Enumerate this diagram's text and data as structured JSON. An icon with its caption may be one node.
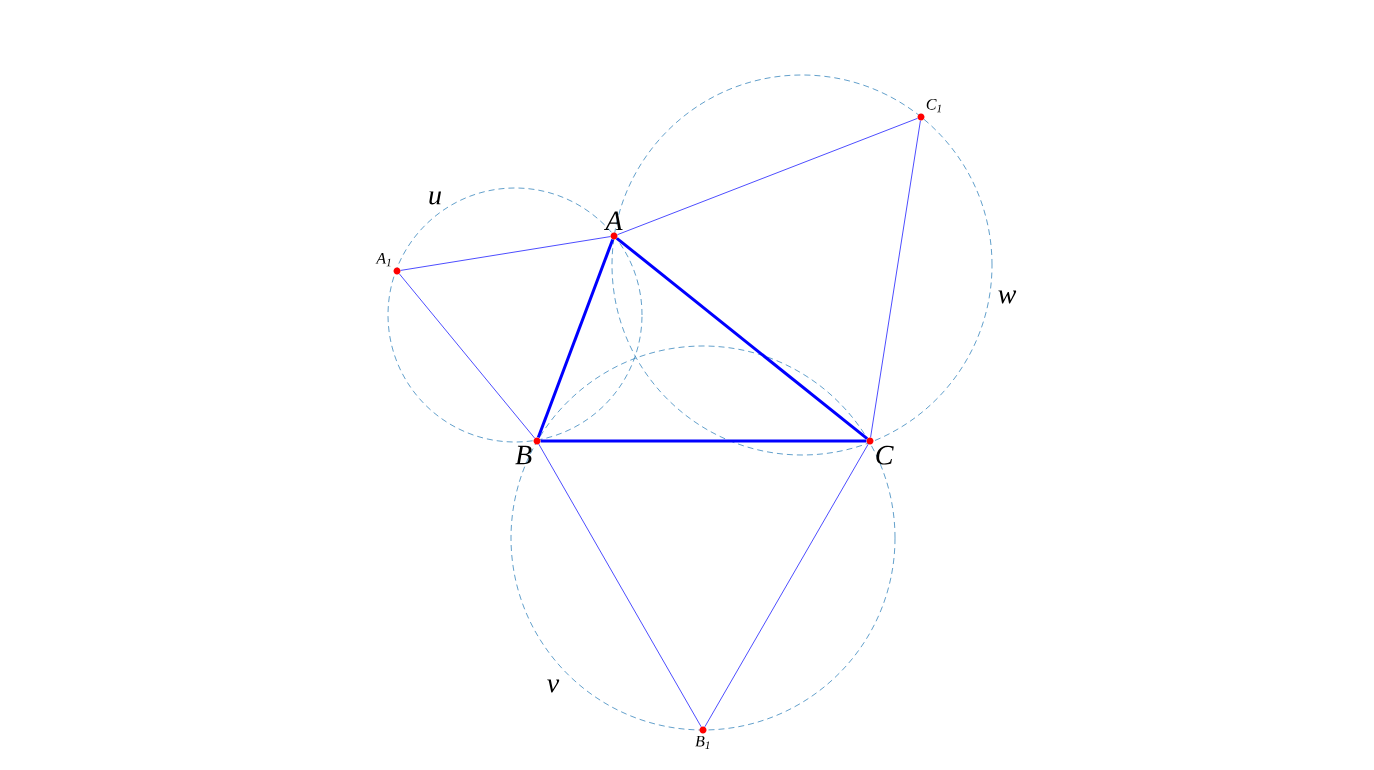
{
  "diagram": {
    "nodes": [
      {
        "text": [
          "A"
        ]
      },
      {
        "text": [
          "B"
        ]
      },
      {
        "text": [
          "C"
        ]
      },
      {
        "text": [
          "A$_{1}$"
        ]
      },
      {
        "text": [
          "B$_{1}$"
        ]
      },
      {
        "text": [
          "C$_{1}$"
        ]
      }
    ],
    "edges": [
      {
        "from": 0,
        "to": 1,
        "arrow": "none",
        "style": "thick"
      },
      {
        "from": 1,
        "to": 2,
        "arrow": "none",
        "style": "thick"
      },
      {
        "from": 2,
        "to": 0,
        "arrow": "none",
        "style": "thick"
      },
      {
        "from": 3,
        "to": 0,
        "arrow": "none"
      },
      {
        "from": 3,
        "to": 1,
        "arrow": "none"
      },
      {
        "from": 5,
        "to": 0,
        "arrow": "none"
      },
      {
        "from": 5,
        "to": 2,
        "arrow": "none"
      },
      {
        "from": 4,
        "to": 1,
        "arrow": "none"
      },
      {
        "from": 4,
        "to": 2,
        "arrow": "none"
      }
    ],
    "labels": [
      "u",
      "w",
      "v"
    ]
  }
}
